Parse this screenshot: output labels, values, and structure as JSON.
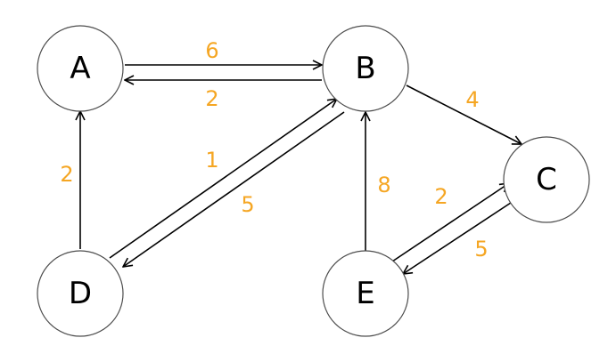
{
  "graph": {
    "style": {
      "weight_color": "#F5A623",
      "edge_color": "#000000",
      "node_stroke": "#4d4d4d"
    },
    "nodes": [
      {
        "id": "A",
        "label": "A"
      },
      {
        "id": "B",
        "label": "B"
      },
      {
        "id": "C",
        "label": "C"
      },
      {
        "id": "D",
        "label": "D"
      },
      {
        "id": "E",
        "label": "E"
      }
    ],
    "edges": [
      {
        "from": "A",
        "to": "B",
        "weight": "6"
      },
      {
        "from": "B",
        "to": "A",
        "weight": "2"
      },
      {
        "from": "B",
        "to": "C",
        "weight": "4"
      },
      {
        "from": "D",
        "to": "A",
        "weight": "2"
      },
      {
        "from": "D",
        "to": "B",
        "weight": "1"
      },
      {
        "from": "B",
        "to": "D",
        "weight": "5"
      },
      {
        "from": "E",
        "to": "B",
        "weight": "8"
      },
      {
        "from": "E",
        "to": "C",
        "weight": "2"
      },
      {
        "from": "C",
        "to": "E",
        "weight": "5"
      }
    ]
  }
}
